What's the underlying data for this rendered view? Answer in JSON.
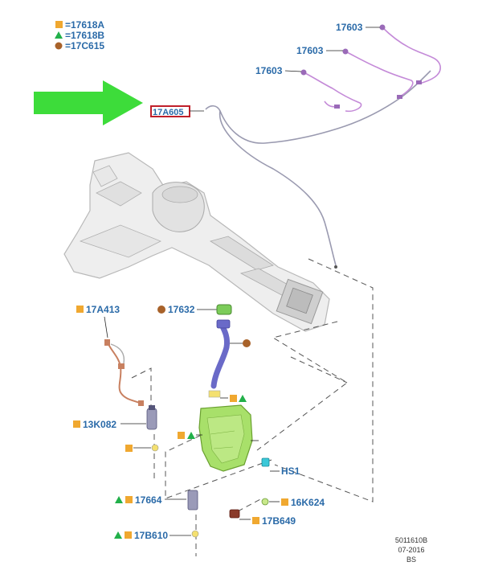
{
  "legend": {
    "items": [
      {
        "symbol": "square",
        "text": "=17618A"
      },
      {
        "symbol": "triangle",
        "text": "=17618B"
      },
      {
        "symbol": "circle",
        "text": "=17C615"
      }
    ]
  },
  "callouts": {
    "harness_top_1": "17603",
    "harness_top_2": "17603",
    "harness_top_3": "17603",
    "highlighted": "17A605",
    "hose_assembly": "17A413",
    "filler_neck": "17632",
    "pump": "13K082",
    "hs1": "HS1",
    "nozzle": "17664",
    "sensor": "16K624",
    "connector": "17B649",
    "bottom_clip": "17B610"
  },
  "footer": {
    "line1": "5011610B",
    "line2": "07-2016",
    "line3": "BS"
  },
  "colors": {
    "square": "#f0a830",
    "triangle": "#22b04a",
    "circle": "#a8622a",
    "label": "#2a6aa8",
    "highlight_box": "#c0202a",
    "arrow": "#3ddc3a",
    "reservoir": "#a8e06a",
    "filler": "#6a6ac8",
    "harness_purple": "#c48ad8"
  }
}
